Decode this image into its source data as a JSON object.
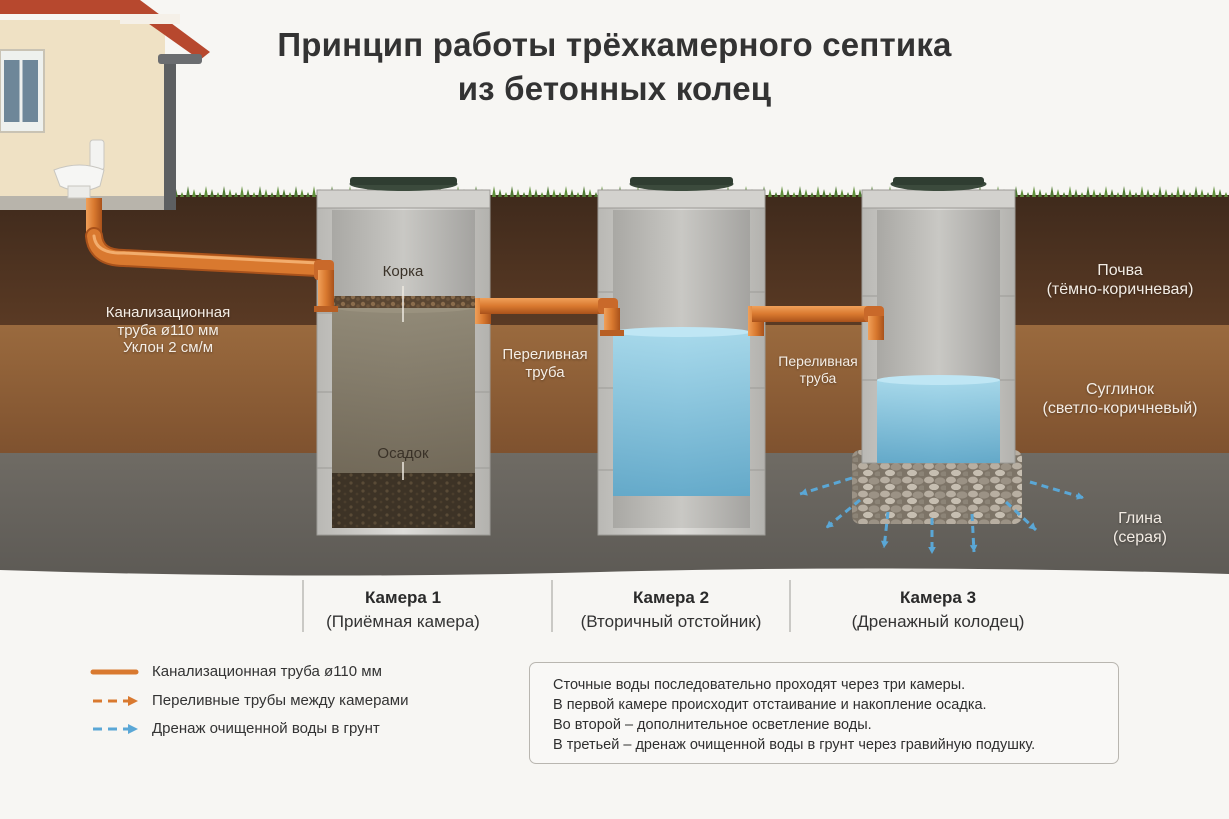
{
  "title": {
    "line1": "Принцип работы трёхкамерного септика",
    "line2": "из бетонных колец"
  },
  "soil_labels": [
    {
      "name": "Почва",
      "note": "(тёмно-коричневая)"
    },
    {
      "name": "Суглинок",
      "note": "(светло-коричневый)"
    },
    {
      "name": "Глина",
      "note": "(серая)"
    }
  ],
  "pipe_labels": {
    "sewer": {
      "line1": "Канализационная",
      "line2": "труба ø110 мм",
      "line3": "Уклон 2 см/м"
    },
    "overflow_1": {
      "line1": "Переливная",
      "line2": "труба"
    },
    "overflow_2": {
      "line1": "Переливная",
      "line2": "труба"
    }
  },
  "chamber_inner_labels": {
    "crust": "Корка",
    "sediment": "Осадок"
  },
  "chambers": [
    {
      "name": "Камера 1",
      "description": "(Приёмная камера)"
    },
    {
      "name": "Камера 2",
      "description": "(Вторичный отстойник)"
    },
    {
      "name": "Камера 3",
      "description": "(Дренажный колодец)"
    }
  ],
  "legend": [
    {
      "label": "Канализационная труба ø110 мм",
      "style": "solid",
      "color": "#d9792f"
    },
    {
      "label": "Переливные трубы между камерами",
      "style": "dashed",
      "color": "#d9792f"
    },
    {
      "label": "Дренаж очищенной воды в грунт",
      "style": "dashed",
      "color": "#5aa7d6"
    }
  ],
  "info_lines": [
    "Сточные воды последовательно проходят через три камеры.",
    "В первой камере происходит отстаивание и накопление осадка.",
    "Во второй – дополнительное осветление воды.",
    "В третьей – дренаж очищенной воды в грунт через гравийную подушку."
  ],
  "colors": {
    "pipe": "#d9792f",
    "clean_water": "#8fcde6",
    "drain_arrow": "#5aa7d6",
    "waste_water": "#8a8270",
    "concrete": "#cfcfcc",
    "topsoil": "#4a3020",
    "loam": "#8a5a34",
    "clay": "#6b6761"
  }
}
